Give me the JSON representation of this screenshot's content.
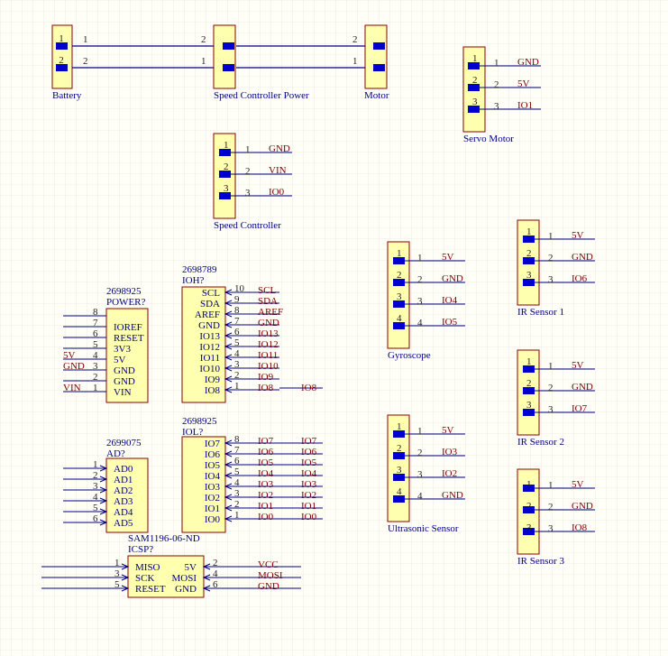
{
  "colors": {
    "background": "#fffff8",
    "grid": "#ded9d4",
    "body_fill": "#ffffb0",
    "body_stroke": "#8b0000",
    "pin_blue": "#0000cc",
    "wire": "#000080",
    "net_text": "#800000",
    "label_text": "#000080"
  },
  "connectors": [
    {
      "label": "Battery",
      "pins": [
        {
          "num": "1",
          "name": "",
          "net": ""
        },
        {
          "num": "2",
          "name": "",
          "net": ""
        }
      ]
    },
    {
      "label": "Speed Controller Power",
      "pins": [
        {
          "num": "2",
          "name": "",
          "net": ""
        },
        {
          "num": "1",
          "name": "",
          "net": ""
        }
      ]
    },
    {
      "label": "Motor",
      "pins": [
        {
          "num": "2",
          "name": "",
          "net": ""
        },
        {
          "num": "1",
          "name": "",
          "net": ""
        }
      ]
    },
    {
      "label": "Servo Motor",
      "pins": [
        {
          "num": "1",
          "name": "",
          "net": "GND"
        },
        {
          "num": "2",
          "name": "",
          "net": "5V"
        },
        {
          "num": "3",
          "name": "",
          "net": "IO1"
        }
      ]
    },
    {
      "label": "Speed Controller",
      "pins": [
        {
          "num": "1",
          "name": "",
          "net": "GND"
        },
        {
          "num": "2",
          "name": "",
          "net": "VIN"
        },
        {
          "num": "3",
          "name": "",
          "net": "IO0"
        }
      ]
    },
    {
      "label": "Gyroscope",
      "pins": [
        {
          "num": "1",
          "name": "",
          "net": "5V"
        },
        {
          "num": "2",
          "name": "",
          "net": "GND"
        },
        {
          "num": "3",
          "name": "",
          "net": "IO4"
        },
        {
          "num": "4",
          "name": "",
          "net": "IO5"
        }
      ]
    },
    {
      "label": "Ultrasonic Sensor",
      "pins": [
        {
          "num": "1",
          "name": "",
          "net": "5V"
        },
        {
          "num": "2",
          "name": "",
          "net": "IO3"
        },
        {
          "num": "3",
          "name": "",
          "net": "IO2"
        },
        {
          "num": "4",
          "name": "",
          "net": "GND"
        }
      ]
    },
    {
      "label": "IR Sensor 1",
      "pins": [
        {
          "num": "1",
          "name": "",
          "net": "5V"
        },
        {
          "num": "2",
          "name": "",
          "net": "GND"
        },
        {
          "num": "3",
          "name": "",
          "net": "IO6"
        }
      ]
    },
    {
      "label": "IR Sensor 2",
      "pins": [
        {
          "num": "1",
          "name": "",
          "net": "5V"
        },
        {
          "num": "2",
          "name": "",
          "net": "GND"
        },
        {
          "num": "3",
          "name": "",
          "net": "IO7"
        }
      ]
    },
    {
      "label": "IR Sensor 3",
      "pins": [
        {
          "num": "1",
          "name": "",
          "net": "5V"
        },
        {
          "num": "2",
          "name": "",
          "net": "GND"
        },
        {
          "num": "3",
          "name": "",
          "net": "IO8"
        }
      ]
    }
  ],
  "headers": [
    {
      "part": "2698925",
      "designator": "POWER?",
      "pins": [
        {
          "num": "8",
          "name": "",
          "net": ""
        },
        {
          "num": "7",
          "name": "IOREF",
          "net": ""
        },
        {
          "num": "6",
          "name": "RESET",
          "net": ""
        },
        {
          "num": "5",
          "name": "3V3",
          "net": ""
        },
        {
          "num": "4",
          "name": "5V",
          "net": "5V"
        },
        {
          "num": "3",
          "name": "GND",
          "net": "GND"
        },
        {
          "num": "2",
          "name": "GND",
          "net": ""
        },
        {
          "num": "1",
          "name": "VIN",
          "net": "VIN"
        }
      ]
    },
    {
      "part": "2698789",
      "designator": "IOH?",
      "pins": [
        {
          "num": "10",
          "name": "SCL",
          "net": "SCL"
        },
        {
          "num": "9",
          "name": "SDA",
          "net": "SDA"
        },
        {
          "num": "8",
          "name": "AREF",
          "net": "AREF"
        },
        {
          "num": "7",
          "name": "GND",
          "net": "GND"
        },
        {
          "num": "6",
          "name": "IO13",
          "net": "IO13"
        },
        {
          "num": "5",
          "name": "IO12",
          "net": "IO12"
        },
        {
          "num": "4",
          "name": "IO11",
          "net": "IO11"
        },
        {
          "num": "3",
          "name": "IO10",
          "net": "IO10"
        },
        {
          "num": "2",
          "name": "IO9",
          "net": "IO9"
        },
        {
          "num": "1",
          "name": "IO8",
          "net": "IO8"
        }
      ],
      "extra_net": {
        "pin": "IO8",
        "text": "IO8"
      }
    },
    {
      "part": "2699075",
      "designator": "AD?",
      "pins": [
        {
          "num": "1",
          "name": "AD0",
          "net": ""
        },
        {
          "num": "2",
          "name": "AD1",
          "net": ""
        },
        {
          "num": "3",
          "name": "AD2",
          "net": ""
        },
        {
          "num": "4",
          "name": "AD3",
          "net": ""
        },
        {
          "num": "5",
          "name": "AD4",
          "net": ""
        },
        {
          "num": "6",
          "name": "AD5",
          "net": ""
        }
      ]
    },
    {
      "part": "2698925",
      "designator": "IOL?",
      "pins": [
        {
          "num": "8",
          "name": "IO7",
          "net": "IO7"
        },
        {
          "num": "7",
          "name": "IO6",
          "net": "IO6"
        },
        {
          "num": "6",
          "name": "IO5",
          "net": "IO5"
        },
        {
          "num": "5",
          "name": "IO4",
          "net": "IO4"
        },
        {
          "num": "4",
          "name": "IO3",
          "net": "IO3"
        },
        {
          "num": "3",
          "name": "IO2",
          "net": "IO2"
        },
        {
          "num": "2",
          "name": "IO1",
          "net": "IO1"
        },
        {
          "num": "1",
          "name": "IO0",
          "net": "IO0"
        }
      ],
      "extra_nets": [
        "IO7",
        "IO6",
        "IO5",
        "IO4",
        "IO3",
        "IO2",
        "IO1",
        "IO0"
      ]
    },
    {
      "part": "SAM1196-06-ND",
      "designator": "ICSP?",
      "left_pins": [
        {
          "num": "1",
          "name": "MISO"
        },
        {
          "num": "3",
          "name": "SCK"
        },
        {
          "num": "5",
          "name": "RESET"
        }
      ],
      "right_pins": [
        {
          "num": "2",
          "name": "5V",
          "net": "VCC"
        },
        {
          "num": "4",
          "name": "MOSI",
          "net": "MOSI"
        },
        {
          "num": "6",
          "name": "GND",
          "net": "GND"
        }
      ]
    }
  ]
}
